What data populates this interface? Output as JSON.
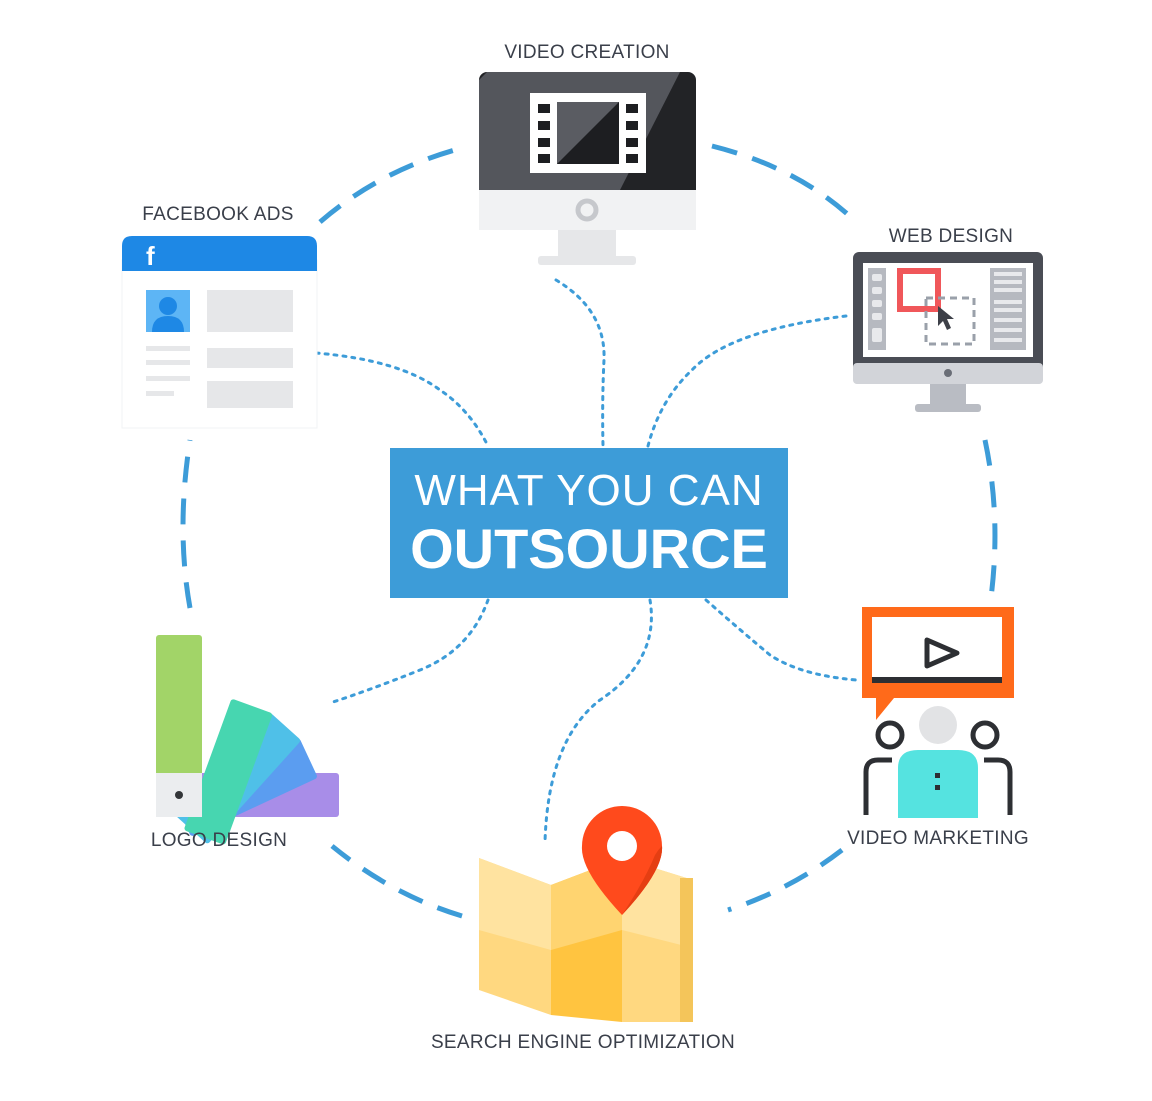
{
  "center": {
    "line1": "WHAT YOU CAN",
    "line2": "OUTSOURCE"
  },
  "services": [
    {
      "label": "VIDEO CREATION",
      "icon": "monitor-film-icon"
    },
    {
      "label": "WEB DESIGN",
      "icon": "monitor-web-design-icon"
    },
    {
      "label": "VIDEO MARKETING",
      "icon": "video-audience-icon"
    },
    {
      "label": "SEARCH ENGINE OPTIMIZATION",
      "icon": "map-pin-icon"
    },
    {
      "label": "LOGO DESIGN",
      "icon": "color-swatch-icon"
    },
    {
      "label": "FACEBOOK ADS",
      "icon": "facebook-profile-icon"
    }
  ],
  "colors": {
    "accent_blue": "#3d9cd8",
    "ring_dash": "#3d9cd8",
    "text": "#3a3f4a",
    "facebook_blue": "#1e88e5",
    "marketing_orange": "#ff6a1a",
    "pin_red": "#ff4a1c",
    "map_yellow": "#ffd166"
  }
}
